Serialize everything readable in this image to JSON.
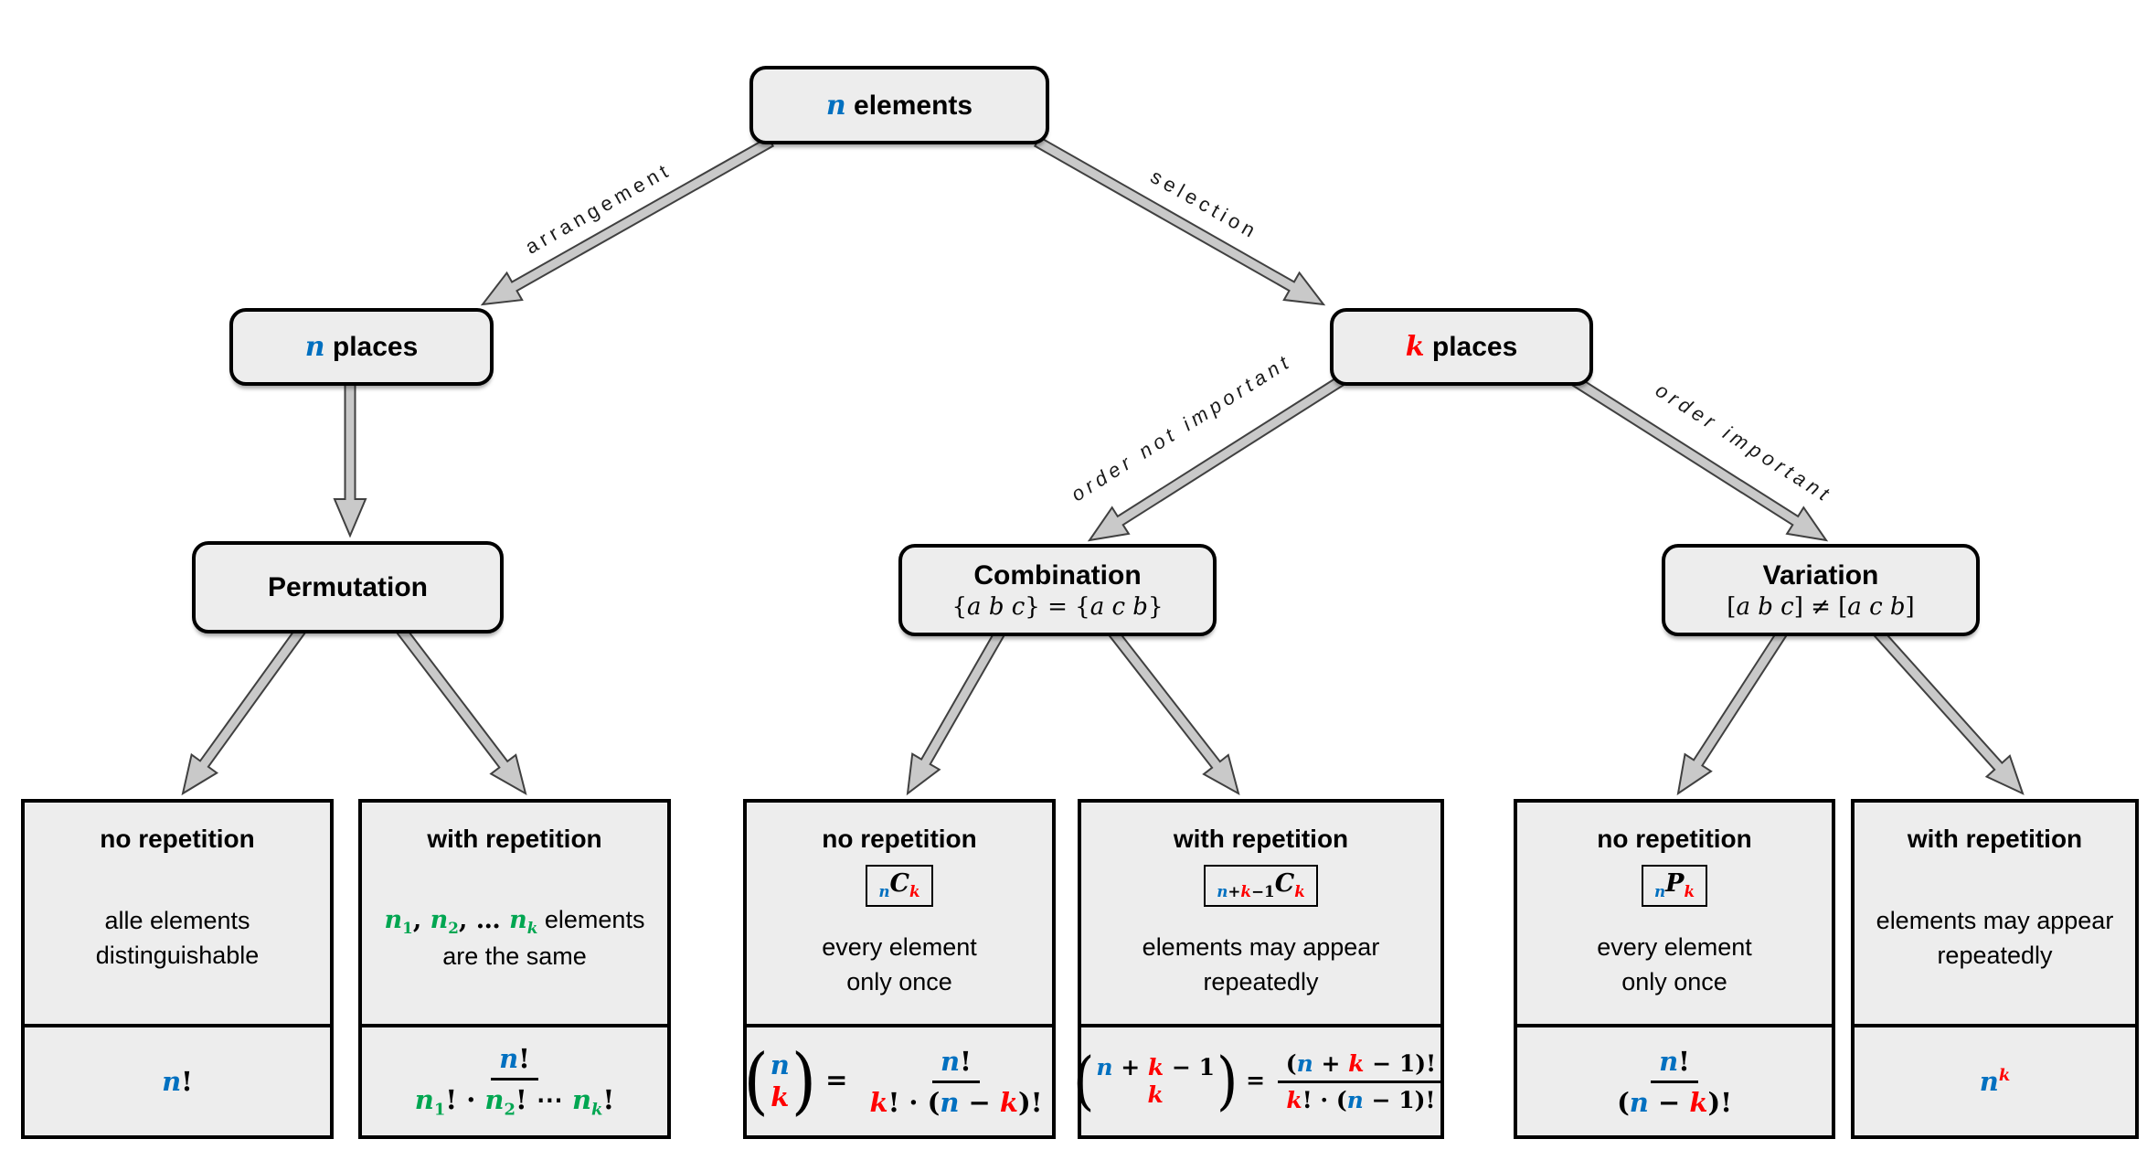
{
  "colors": {
    "blue": "#0070C0",
    "red": "#FF0000",
    "green": "#00A651",
    "box_fill": "#EDEDED",
    "arrow_fill": "#C9C9C9",
    "arrow_stroke": "#404040"
  },
  "nodes": {
    "root": {
      "title": [
        {
          "t": "n",
          "c": "blue",
          "i": 1,
          "m": 1
        },
        {
          "t": " elements",
          "b": 1
        }
      ]
    },
    "n_places": {
      "title": [
        {
          "t": "n",
          "c": "blue",
          "i": 1,
          "m": 1
        },
        {
          "t": " places",
          "b": 1
        }
      ]
    },
    "k_places": {
      "title": [
        {
          "t": "k",
          "c": "red",
          "i": 1,
          "m": 1
        },
        {
          "t": " places",
          "b": 1
        }
      ]
    },
    "permutation": {
      "title": [
        {
          "t": "Permutation",
          "b": 1
        }
      ]
    },
    "combination": {
      "title": [
        {
          "t": "Combination",
          "b": 1
        }
      ],
      "subtitle": [
        {
          "t": "{"
        },
        {
          "t": "a b c",
          "i": 1
        },
        {
          "t": "} = {"
        },
        {
          "t": "a c b",
          "i": 1
        },
        {
          "t": "}"
        }
      ]
    },
    "variation": {
      "title": [
        {
          "t": "Variation",
          "b": 1
        }
      ],
      "subtitle": [
        {
          "t": "["
        },
        {
          "t": "a b c",
          "i": 1
        },
        {
          "t": "] ≠ ["
        },
        {
          "t": "a c b",
          "i": 1
        },
        {
          "t": "]"
        }
      ]
    }
  },
  "edges": {
    "arrangement": "arrangement",
    "selection": "selection",
    "order_not_important": "order not important",
    "order_important": "order important"
  },
  "leaves": [
    {
      "title": "no repetition",
      "symbol": null,
      "desc": [
        [
          {
            "t": "alle elements"
          }
        ],
        [
          {
            "t": "distinguishable"
          }
        ]
      ],
      "formula": [
        {
          "t": "n",
          "c": "blue",
          "i": 1
        },
        {
          "t": "!"
        }
      ]
    },
    {
      "title": "with repetition",
      "symbol": null,
      "desc": [
        [
          {
            "t": "n",
            "c": "green",
            "i": 1,
            "m": 1
          },
          {
            "t": "1",
            "c": "green",
            "sub": 1,
            "m": 1
          },
          {
            "t": ", ",
            "m": 1
          },
          {
            "t": "n",
            "c": "green",
            "i": 1,
            "m": 1
          },
          {
            "t": "2",
            "c": "green",
            "sub": 1,
            "m": 1
          },
          {
            "t": ", … ",
            "m": 1
          },
          {
            "t": "n",
            "c": "green",
            "i": 1,
            "m": 1
          },
          {
            "t": "k",
            "c": "green",
            "i": 1,
            "sub": 1,
            "m": 1
          },
          {
            "t": " elements"
          }
        ],
        [
          {
            "t": "are the same"
          }
        ]
      ],
      "formula": [
        {
          "frac": {
            "n": [
              {
                "t": "n",
                "c": "blue",
                "i": 1
              },
              {
                "t": "!"
              }
            ],
            "d": [
              {
                "t": "n",
                "c": "green",
                "i": 1
              },
              {
                "t": "1",
                "c": "green",
                "sub": 1
              },
              {
                "t": "! · "
              },
              {
                "t": "n",
                "c": "green",
                "i": 1
              },
              {
                "t": "2",
                "c": "green",
                "sub": 1
              },
              {
                "t": "! ⋯ "
              },
              {
                "t": "n",
                "c": "green",
                "i": 1
              },
              {
                "t": "k",
                "c": "green",
                "i": 1,
                "sub": 1
              },
              {
                "t": "!"
              }
            ]
          }
        }
      ]
    },
    {
      "title": "no repetition",
      "symbol": [
        {
          "t": "n",
          "c": "blue",
          "i": 1,
          "sub": 1
        },
        {
          "t": "C",
          "i": 1
        },
        {
          "t": "k",
          "c": "red",
          "i": 1,
          "sub": 1
        }
      ],
      "desc": [
        [
          {
            "t": "every element"
          }
        ],
        [
          {
            "t": "only once"
          }
        ]
      ],
      "formula": [
        {
          "binom": {
            "t": [
              {
                "t": "n",
                "c": "blue",
                "i": 1
              }
            ],
            "b": [
              {
                "t": "k",
                "c": "red",
                "i": 1
              }
            ]
          }
        },
        {
          "t": " = "
        },
        {
          "frac": {
            "n": [
              {
                "t": "n",
                "c": "blue",
                "i": 1
              },
              {
                "t": "!"
              }
            ],
            "d": [
              {
                "t": "k",
                "c": "red",
                "i": 1
              },
              {
                "t": "! · ("
              },
              {
                "t": "n",
                "c": "blue",
                "i": 1
              },
              {
                "t": " − "
              },
              {
                "t": "k",
                "c": "red",
                "i": 1
              },
              {
                "t": ")!"
              }
            ]
          }
        }
      ]
    },
    {
      "title": "with repetition",
      "symbol": [
        {
          "t": "n",
          "c": "blue",
          "i": 1,
          "sub": 1
        },
        {
          "t": "+",
          "sub": 1
        },
        {
          "t": "k",
          "c": "red",
          "i": 1,
          "sub": 1
        },
        {
          "t": "−1",
          "sub": 1
        },
        {
          "t": "C",
          "i": 1
        },
        {
          "t": "k",
          "c": "red",
          "i": 1,
          "sub": 1
        }
      ],
      "desc": [
        [
          {
            "t": "elements may appear"
          }
        ],
        [
          {
            "t": "repeatedly"
          }
        ]
      ],
      "formula": [
        {
          "binom": {
            "t": [
              {
                "t": "n",
                "c": "blue",
                "i": 1
              },
              {
                "t": " + "
              },
              {
                "t": "k",
                "c": "red",
                "i": 1
              },
              {
                "t": " − 1"
              }
            ],
            "b": [
              {
                "t": "k",
                "c": "red",
                "i": 1
              }
            ]
          }
        },
        {
          "t": " = "
        },
        {
          "frac": {
            "n": [
              {
                "t": "("
              },
              {
                "t": "n",
                "c": "blue",
                "i": 1
              },
              {
                "t": " + "
              },
              {
                "t": "k",
                "c": "red",
                "i": 1
              },
              {
                "t": " − 1)!"
              }
            ],
            "d": [
              {
                "t": "k",
                "c": "red",
                "i": 1
              },
              {
                "t": "! · ("
              },
              {
                "t": "n",
                "c": "blue",
                "i": 1
              },
              {
                "t": " − 1)!"
              }
            ]
          }
        }
      ]
    },
    {
      "title": "no repetition",
      "symbol": [
        {
          "t": "n",
          "c": "blue",
          "i": 1,
          "sub": 1
        },
        {
          "t": "P",
          "i": 1
        },
        {
          "t": "k",
          "c": "red",
          "i": 1,
          "sub": 1
        }
      ],
      "desc": [
        [
          {
            "t": "every element"
          }
        ],
        [
          {
            "t": "only once"
          }
        ]
      ],
      "formula": [
        {
          "frac": {
            "n": [
              {
                "t": "n",
                "c": "blue",
                "i": 1
              },
              {
                "t": "!"
              }
            ],
            "d": [
              {
                "t": "("
              },
              {
                "t": "n",
                "c": "blue",
                "i": 1
              },
              {
                "t": " − "
              },
              {
                "t": "k",
                "c": "red",
                "i": 1
              },
              {
                "t": ")!"
              }
            ]
          }
        }
      ]
    },
    {
      "title": "with repetition",
      "symbol": null,
      "desc": [
        [
          {
            "t": "elements may appear"
          }
        ],
        [
          {
            "t": "repeatedly"
          }
        ]
      ],
      "formula": [
        {
          "t": "n",
          "c": "blue",
          "i": 1
        },
        {
          "t": "k",
          "c": "red",
          "i": 1,
          "sup": 1
        }
      ]
    }
  ]
}
